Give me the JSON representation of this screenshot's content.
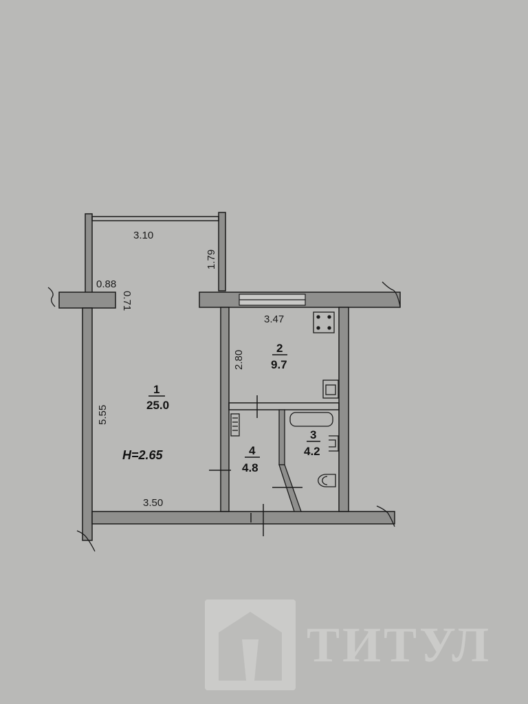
{
  "plan": {
    "ceiling_height": "H=2.65",
    "dimensions": {
      "balcony_width": "3.10",
      "balcony_depth": "1.79",
      "wall_offset": "0.88",
      "wall_thickness": "0.71",
      "room1_length": "5.55",
      "room1_width": "3.50",
      "kitchen_width": "3.47",
      "kitchen_depth": "2.80"
    },
    "rooms": [
      {
        "number": "1",
        "area": "25.0"
      },
      {
        "number": "2",
        "area": "9.7"
      },
      {
        "number": "3",
        "area": "4.2"
      },
      {
        "number": "4",
        "area": "4.8"
      }
    ]
  },
  "watermark": {
    "text": "ТИТУЛ",
    "logo_icon": "house-shield-logo-icon"
  },
  "colors": {
    "paper": "#b9b9b7",
    "wall": "#8f8f8d",
    "line": "#1a1a1a",
    "watermark": "#cfcfcd"
  }
}
